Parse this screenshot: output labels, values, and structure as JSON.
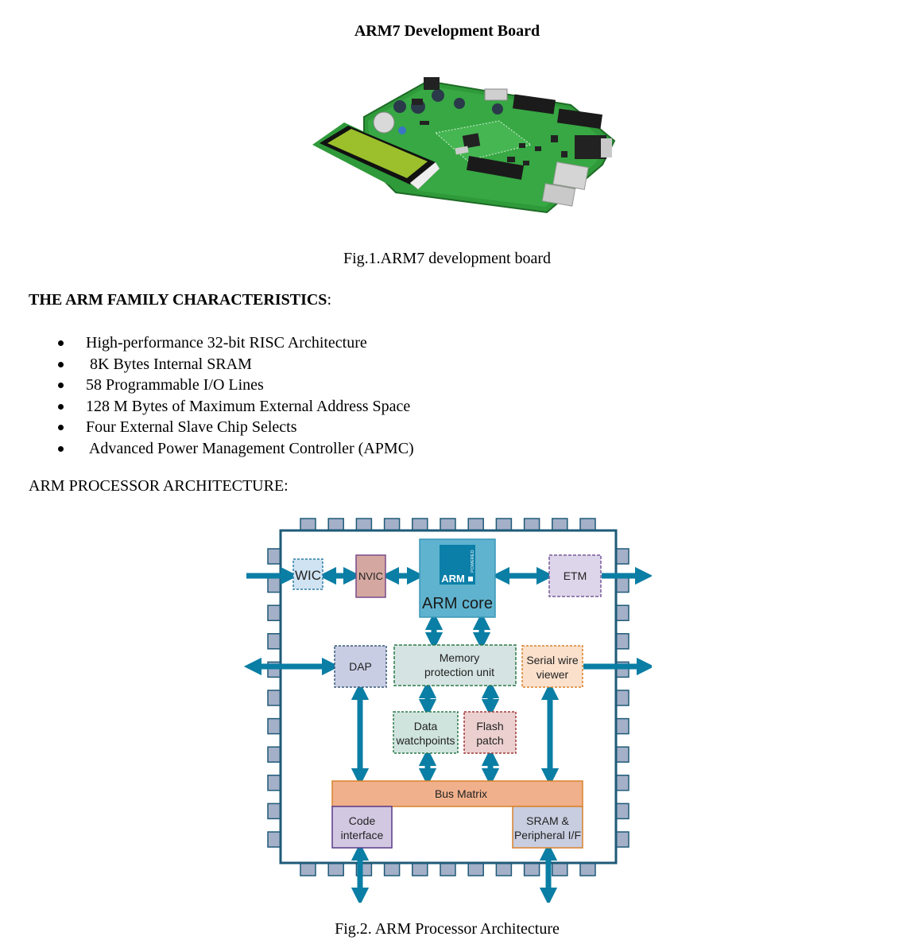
{
  "document": {
    "title": "ARM7 Development Board",
    "figure1": {
      "image_alt": "ARM7 development board photo",
      "caption": "Fig.1.ARM7 development board"
    },
    "section1": {
      "heading_bold": "THE ARM FAMILY CHARACTERISTICS",
      "heading_suffix": ":",
      "bullets": [
        "High-performance 32-bit RISC Architecture",
        " 8K Bytes Internal SRAM",
        "58 Programmable I/O Lines",
        "128 M Bytes of Maximum External Address Space",
        "Four External Slave Chip Selects",
        " Advanced Power Management Controller (APMC)"
      ]
    },
    "section2": {
      "heading": "ARM PROCESSOR ARCHITECTURE:"
    },
    "figure2": {
      "caption": "Fig.2. ARM Processor Architecture",
      "blocks": {
        "wic": "WIC",
        "nvic": "NVIC",
        "arm_logo": "ARM",
        "arm_logo_powered": "POWERED",
        "arm_core": "ARM core",
        "etm": "ETM",
        "dap": "DAP",
        "mpu_line1": "Memory",
        "mpu_line2": "protection unit",
        "swv_line1": "Serial wire",
        "swv_line2": "viewer",
        "dw_line1": "Data",
        "dw_line2": "watchpoints",
        "fp_line1": "Flash",
        "fp_line2": "patch",
        "bus_matrix": "Bus Matrix",
        "code_line1": "Code",
        "code_line2": "interface",
        "sram_line1": "SRAM &",
        "sram_line2": "Peripheral I/F"
      },
      "colors": {
        "arrow": "#0a7ea4",
        "chip_border": "#1e5a78",
        "pin_fill": "#a4b0c8",
        "arm_core": "#5fb3cf",
        "arm_logo": "#0b7fa8",
        "wic": "#cfe3f2",
        "nvic": "#d4a8a0",
        "etm": "#ddd6ea",
        "dap": "#c9cde4",
        "mpu": "#d5e4e2",
        "swv": "#fbe0cc",
        "dw": "#d0e4de",
        "fp": "#ecd0d0",
        "bus": "#f1b08c",
        "code": "#d3c8e2",
        "sram": "#c8cde0"
      }
    }
  }
}
